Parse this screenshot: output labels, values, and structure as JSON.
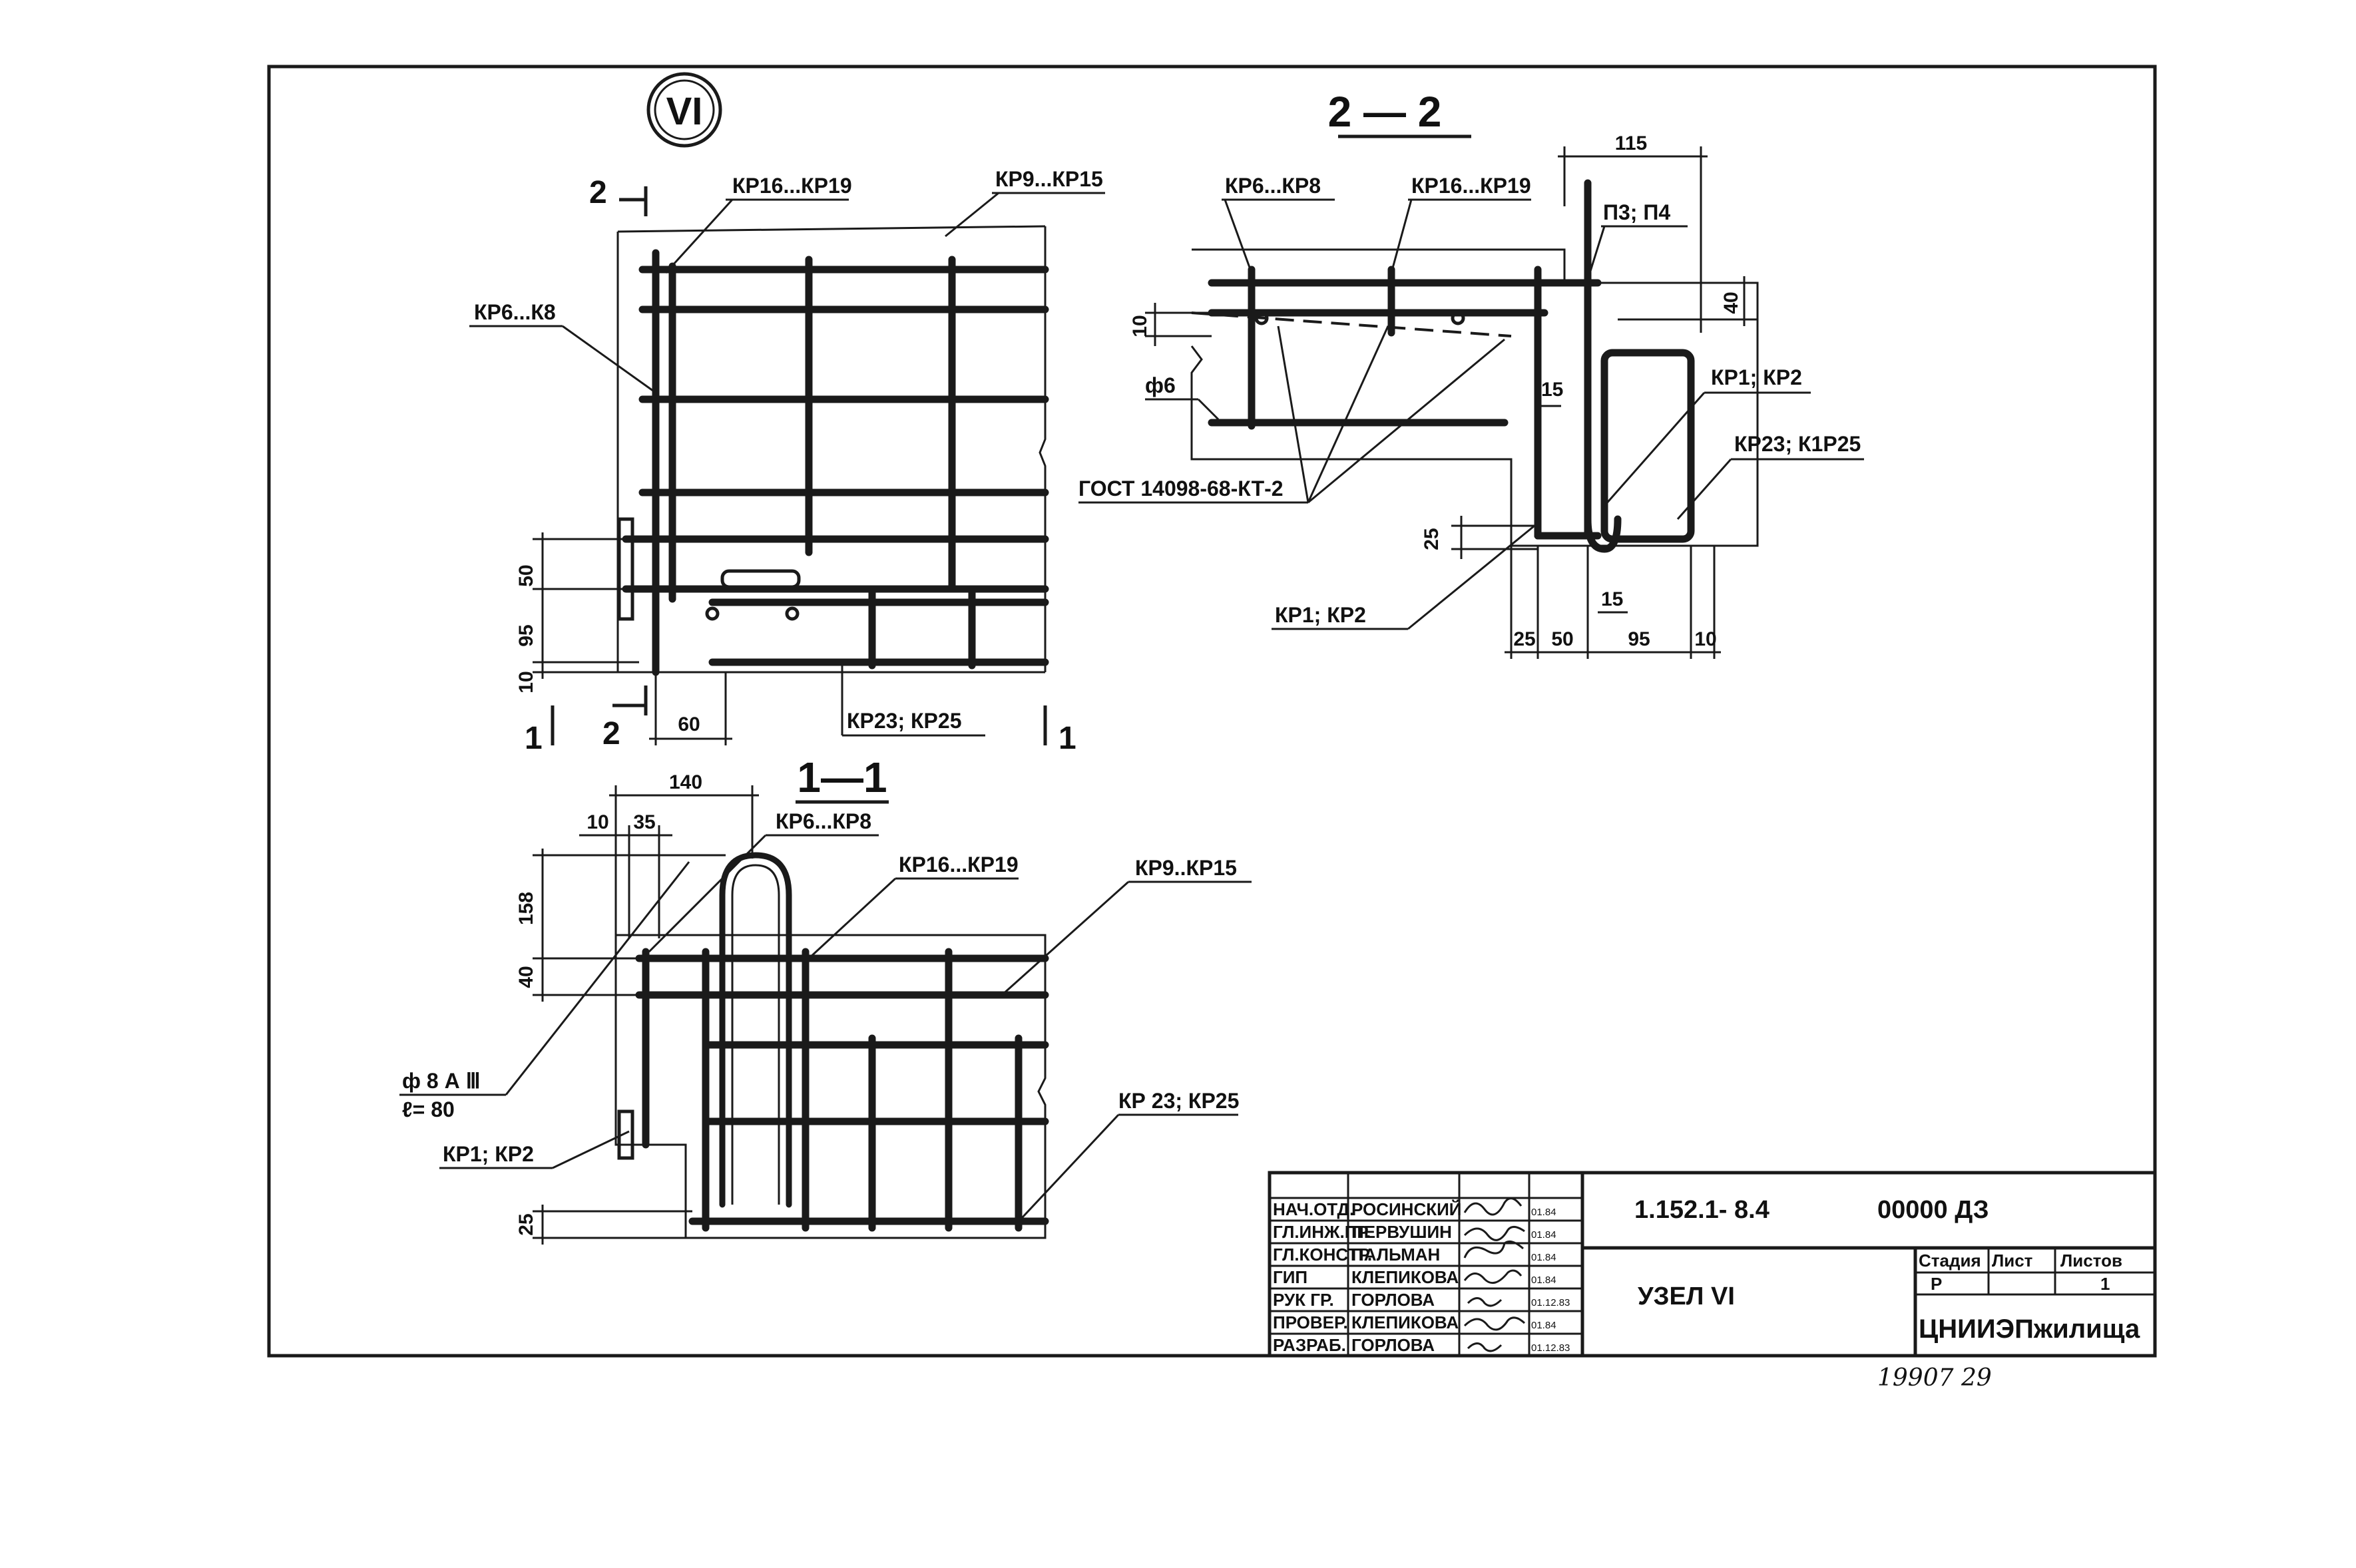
{
  "sheet": {
    "node_mark": "VI",
    "section_11": "1—1",
    "section_22": "2 — 2",
    "cut_1": "1",
    "cut_2": "2"
  },
  "plan_labels": {
    "kp16_19": "КР16...КР19",
    "kp9_15": "КР9...КР15",
    "kp6_k8": "КР6...К8",
    "kp23_25": "КР23; КР25"
  },
  "plan_dims": {
    "d50": "50",
    "d95": "95",
    "d10": "10",
    "d60": "60"
  },
  "sec22_labels": {
    "kp6_8": "КР6...КР8",
    "kp16_19": "КР16...КР19",
    "p3p4": "П3; П4",
    "kp1_2_right": "КР1; КР2",
    "kp23_25": "КР23; К1Р25",
    "phi6": "ф6",
    "gost": "ГОСТ 14098-68-КТ-2",
    "kp1_2_bottom": "КР1; КР2"
  },
  "sec22_dims": {
    "d115": "115",
    "d40": "40",
    "d10": "10",
    "d15a": "15",
    "d25v": "25",
    "d15b": "15",
    "d25": "25",
    "d50": "50",
    "d95": "95",
    "d10b": "10"
  },
  "sec11_labels": {
    "kp6_8": "КР6...КР8",
    "kp16_19": "КР16...КР19",
    "kp9_15": "КР9..КР15",
    "phi8": "ф 8 А Ⅲ",
    "l80": "ℓ= 80",
    "kp1_2": "КР1; КР2",
    "kp23_25": "КР 23; КР25"
  },
  "sec11_dims": {
    "d140": "140",
    "d10": "10",
    "d35": "35",
    "d158": "158",
    "d40": "40",
    "d25": "25"
  },
  "title_block": {
    "doc_code": "1.152.1- 8.4",
    "doc_suffix": "00000 ДЗ",
    "title": "УЗЕЛ VI",
    "org": "ЦНИИЭПжилища",
    "stage_hdr": "Стадия",
    "sheet_hdr": "Лист",
    "sheets_hdr": "Листов",
    "stage": "Р",
    "sheets": "1",
    "rows": [
      {
        "role": "НАЧ.ОТД.",
        "name": "РОСИНСКИЙ",
        "date": "01.84"
      },
      {
        "role": "ГЛ.ИНЖ.ПР.",
        "name": "ПЕРВУШИН",
        "date": "01.84"
      },
      {
        "role": "ГЛ.КОНСТР.",
        "name": "ПАЛЬМАН",
        "date": "01.84"
      },
      {
        "role": "ГИП",
        "name": "КЛЕПИКОВА",
        "date": "01.84"
      },
      {
        "role": "РУК ГР.",
        "name": "ГОРЛОВА",
        "date": "01.12.83"
      },
      {
        "role": "ПРОВЕР.",
        "name": "КЛЕПИКОВА",
        "date": "01.84"
      },
      {
        "role": "РАЗРАБ.",
        "name": "ГОРЛОВА",
        "date": "01.12.83"
      }
    ]
  },
  "archive_number": "19907 29"
}
